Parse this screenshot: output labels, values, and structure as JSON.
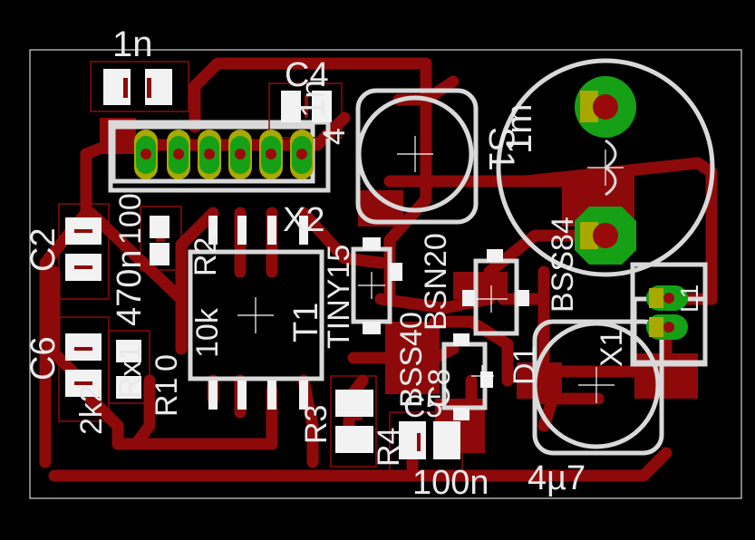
{
  "colors": {
    "background": "#000000",
    "copper": "#8e0a0a",
    "silk": "#d9d9d9",
    "pad": "#16a016",
    "pad_ring": "#a8a800",
    "drill": "#9a0a0a",
    "smd": "#f2f2f2",
    "outline": "#ffffff"
  },
  "labels": {
    "c1_value": "1n",
    "c4_name": "C4",
    "c4_value": "1n",
    "c4_extra": "4",
    "s1_name": "S1",
    "s1_value": "1m",
    "x2_name": "X2",
    "c2_name": "C2",
    "c2_value": "470n",
    "c2_extra": "100",
    "r2_name": "R2",
    "r2_value": "10k",
    "c6_name": "C6",
    "c6_value": "2k2",
    "r1_name": "R1",
    "r1_value": "Rx1",
    "r1_extra": "0",
    "t1_name": "T1",
    "t1_value": "TINY15",
    "bsn_value": "BSN20",
    "bss_value": "BSS84",
    "q1_value": "BSS40",
    "d1_name": "D1",
    "x1_name": "X1",
    "l1_name": "L1",
    "r3_name": "R3",
    "r4_name": "R4",
    "c5_name": "C5",
    "c5_value": "100n",
    "c7_value": "4µ7",
    "c8_name": "C8"
  }
}
